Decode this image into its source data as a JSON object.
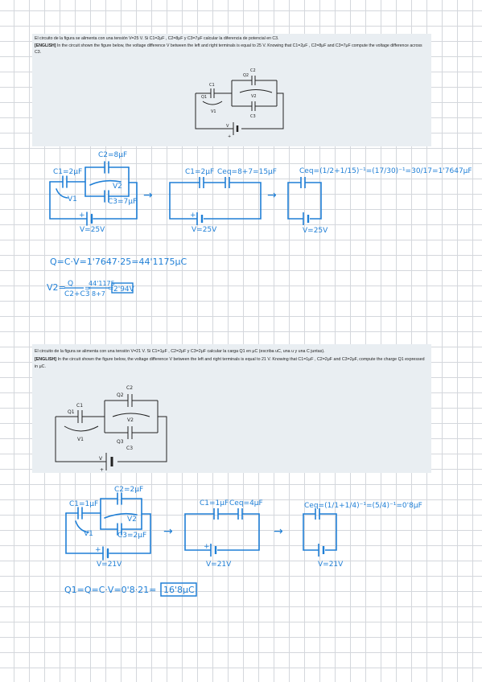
{
  "problem1": {
    "spanish": "El circuito de la figura se alimenta con una tensión V=25 V. Si C1=2μF , C2=8μF y C3=7μF calcular la diferencia de potencial en C3.",
    "english_label": "[ENGLISH]",
    "english": "In the circuit shown the figure below, the voltage difference V between the left and right terminals is equal to 25 V. Knowing that C1=2μF , C2=8μF and C3=7μF compute the voltage difference across C3.",
    "diagram": {
      "c1": "C1",
      "c2": "C2",
      "c3": "C3",
      "q1": "Q1",
      "q2": "Q2",
      "v1": "V1",
      "v2": "V2",
      "v": "V",
      "plus": "+"
    }
  },
  "solution1": {
    "c2_label": "C2=8μF",
    "c1_label": "C1=2μF",
    "c3_label": "C3=7μF",
    "v1": "V1",
    "v2": "V2",
    "v_label": "V=25V",
    "step2_c1": "C1=2μF",
    "step2_ceq": "Ceq=8+7=15μF",
    "step2_v": "V=25V",
    "step3_ceq": "Ceq=(1/2+1/15)⁻¹=(17/30)⁻¹=30/17=1'7647μF",
    "step3_v": "V=25V",
    "charge": "Q=C·V=1'7647·25=44'1175μC",
    "v2_lhs": "V2=",
    "v2_frac_num": "Q",
    "v2_frac_den": "C2+C3",
    "v2_frac2_num": "44'1175",
    "v2_frac2_den": "8+7",
    "v2_result": "2'94V",
    "arrow": "→",
    "plus": "+"
  },
  "problem2": {
    "spanish": "El circuito de la figura se alimenta con una tensión V=21 V. Si C1=1μF , C2=2μF y C3=2μF calcular la carga Q1 en μC (escriba uC, una u y una C juntas).",
    "english_label": "[ENGLISH]",
    "english": "In the circuit shown the figure below, the voltage difference V between the left and right terminals is equal to 21 V. Knowing that C1=1μF , C2=2μF and C3=2μF, compute the charge Q1 expressed in μC.",
    "diagram": {
      "c1": "C1",
      "c2": "C2",
      "c3": "C3",
      "q1": "Q1",
      "q2": "Q2",
      "q3": "Q3",
      "v1": "V1",
      "v2": "V2",
      "v": "V",
      "plus": "+"
    }
  },
  "solution2": {
    "c2_label": "C2=2μF",
    "c1_label": "C1=1μF",
    "c3_label": "C3=2μF",
    "v1": "V1",
    "v2": "V2",
    "v_label": "V=21V",
    "step2_c1": "C1=1μF",
    "step2_ceq": "Ceq=4μF",
    "step2_v": "V=21V",
    "step3_ceq": "Ceq=(1/1+1/4)⁻¹=(5/4)⁻¹=0'8μF",
    "step3_v": "V=21V",
    "charge": "Q1=Q=C·V=0'8·21=",
    "charge_result": "16'8μC",
    "arrow": "→",
    "plus": "+"
  }
}
